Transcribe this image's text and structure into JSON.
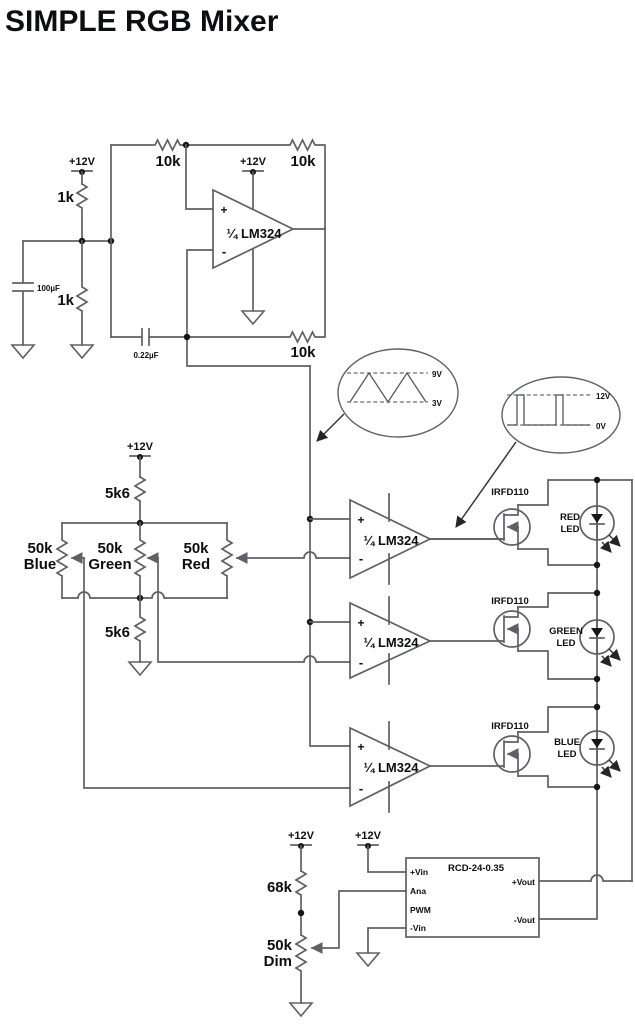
{
  "title": "SIMPLE RGB Mixer",
  "oscillator": {
    "supply_left": "+12V",
    "supply_opamp": "+12V",
    "r_top_left": "1k",
    "r_bottom_left": "1k",
    "cap_left": "100µF",
    "cap_feedback": "0.22µF",
    "r_feedback_top_left": "10k",
    "r_feedback_top_right": "10k",
    "r_feedback_bottom": "10k",
    "opamp_label": "¼ LM324",
    "plus": "+",
    "minus": "-"
  },
  "callouts": {
    "triangle_wave": {
      "high": "9V",
      "low": "3V"
    },
    "pwm_wave": {
      "high": "12V",
      "low": "0V"
    }
  },
  "mixer": {
    "supply": "+12V",
    "r_top": "5k6",
    "r_bottom": "5k6",
    "pot_blue": {
      "value": "50k",
      "name": "Blue"
    },
    "pot_green": {
      "value": "50k",
      "name": "Green"
    },
    "pot_red": {
      "value": "50k",
      "name": "Red"
    }
  },
  "channels": [
    {
      "opamp_label": "¼ LM324",
      "plus": "+",
      "minus": "-",
      "mosfet": "IRFD110",
      "led_color": "RED",
      "led_word": "LED"
    },
    {
      "opamp_label": "¼ LM324",
      "plus": "+",
      "minus": "-",
      "mosfet": "IRFD110",
      "led_color": "GREEN",
      "led_word": "LED"
    },
    {
      "opamp_label": "¼ LM324",
      "plus": "+",
      "minus": "-",
      "mosfet": "IRFD110",
      "led_color": "BLUE",
      "led_word": "LED"
    }
  ],
  "dimmer": {
    "supply_pot": "+12V",
    "supply_module": "+12V",
    "r_top": "68k",
    "pot": {
      "value": "50k",
      "name": "Dim"
    },
    "module": {
      "name": "RCD-24-0.35",
      "pin_vin": "+Vin",
      "pin_ana": "Ana",
      "pin_pwm": "PWM",
      "pin_vin_neg": "-Vin",
      "pin_vout": "+Vout",
      "pin_vout_neg": "-Vout"
    }
  }
}
